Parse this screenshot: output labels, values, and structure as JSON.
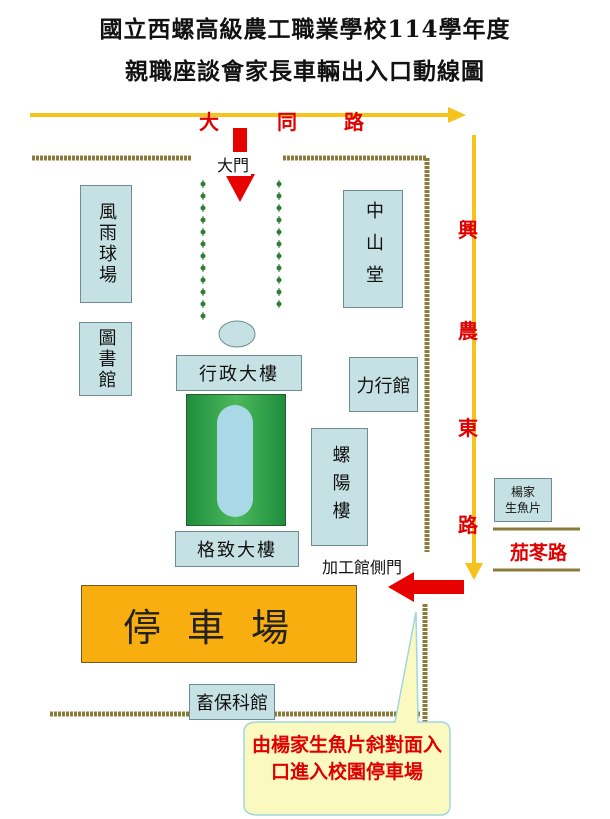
{
  "title_line1": "國立西螺高級農工職業學校114學年度",
  "title_line2": "親職座談會家長車輛出入口動線圖",
  "roads": {
    "datong": [
      "大",
      "同",
      "路"
    ],
    "xingnong_east": [
      "興",
      "農",
      "東",
      "路"
    ],
    "jiaodong": "茄苳路"
  },
  "labels": {
    "main_gate": "大門",
    "side_gate": "加工館側門",
    "yangjia_line1": "楊家",
    "yangjia_line2": "生魚片"
  },
  "buildings": {
    "fengyu_court": "風雨球場",
    "library": "圖書館",
    "zhongshan_hall": "中山堂",
    "admin": "行政大樓",
    "lixing_hall": "力行館",
    "luoyang_bldg": "螺陽樓",
    "gezhi": "格致大樓",
    "xubao": "畜保科館"
  },
  "parking": "停車場",
  "callout": "由楊家生魚片斜對面入口進入校園停車場",
  "colors": {
    "road_arrow": "#f5c31c",
    "red_arrow": "#e60000",
    "wall": "#8b7b3a",
    "building_fill": "#c6e1e4",
    "parking_fill": "#f9ae0f",
    "callout_fill": "#fafac0"
  }
}
